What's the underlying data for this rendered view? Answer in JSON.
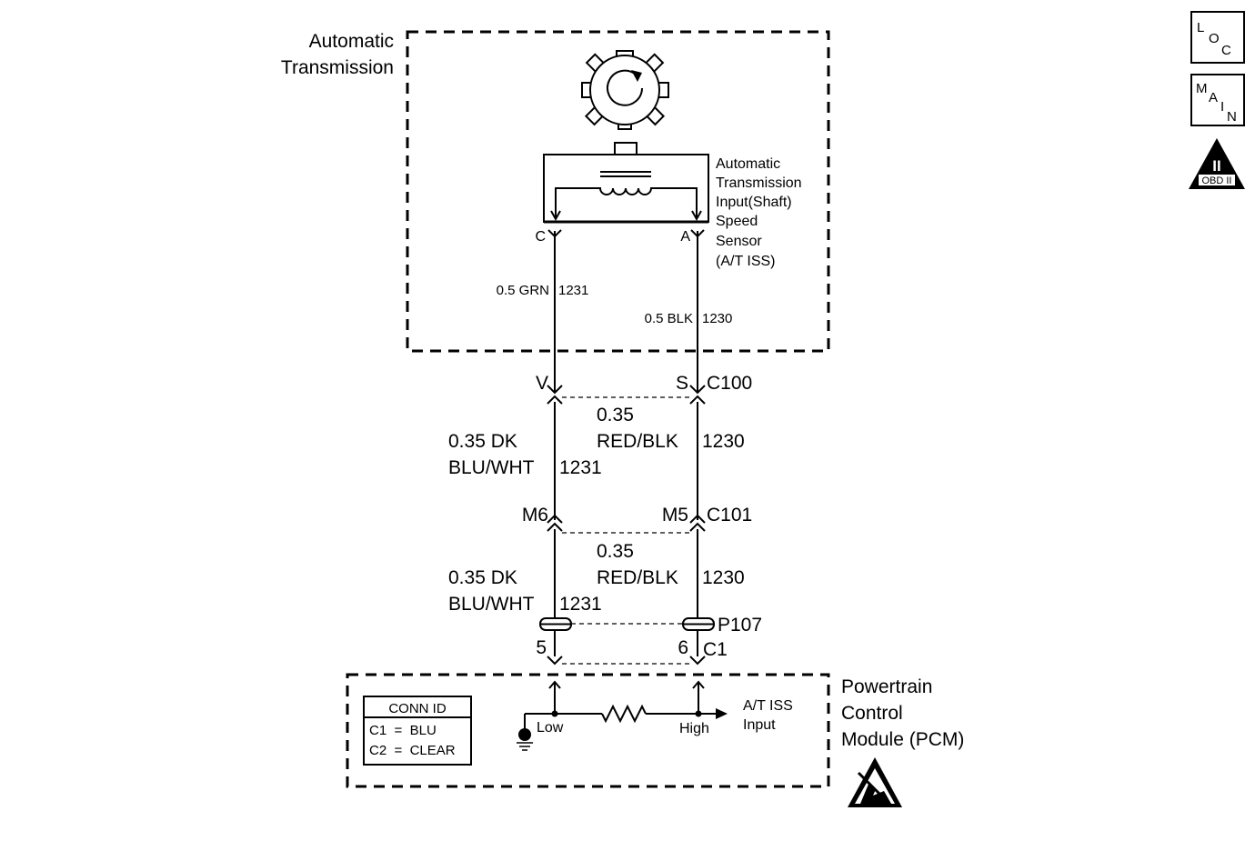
{
  "transmission": {
    "label_line1": "Automatic",
    "label_line2": "Transmission"
  },
  "sensor": {
    "label_lines": [
      "Automatic",
      "Transmission",
      "Input(Shaft)",
      "Speed",
      "Sensor",
      "(A/T ISS)"
    ],
    "pin_left": "C",
    "pin_right": "A"
  },
  "wires_upper": {
    "left": "0.5 GRN",
    "left_circuit": "1231",
    "right": "0.5 BLK",
    "right_circuit": "1230"
  },
  "c100": {
    "pin_left": "V",
    "pin_right": "S",
    "name": "C100"
  },
  "wires_mid": {
    "left_line1": "0.35 DK",
    "left_line2": "BLU/WHT",
    "left_circuit": "1231",
    "right_line1": "0.35",
    "right_line2": "RED/BLK",
    "right_circuit": "1230"
  },
  "c101": {
    "pin_left": "M6",
    "pin_right": "M5",
    "name": "C101"
  },
  "wires_lower": {
    "left_line1": "0.35 DK",
    "left_line2": "BLU/WHT",
    "left_circuit": "1231",
    "right_line1": "0.35",
    "right_line2": "RED/BLK",
    "right_circuit": "1230"
  },
  "p107": {
    "name": "P107",
    "pin_left": "5",
    "pin_right": "6",
    "connector": "C1"
  },
  "pcm": {
    "label_line1": "Powertrain",
    "label_line2": "Control",
    "label_line3": "Module (PCM)",
    "low": "Low",
    "high": "High",
    "input_line1": "A/T ISS",
    "input_line2": "Input"
  },
  "conn_id": {
    "title": "CONN ID",
    "row1": "C1  =  BLU",
    "row2": "C2  =  CLEAR"
  },
  "side_icons": {
    "loc": [
      "L",
      "O",
      "C"
    ],
    "main": [
      "M",
      "A",
      "I",
      "N"
    ],
    "obd_numeral": "II",
    "obd_text": "OBD II"
  },
  "icons": [
    "gear-icon",
    "coil-icon",
    "ground-icon",
    "resistor-icon",
    "esd-warning-icon",
    "obd-ii-icon"
  ]
}
